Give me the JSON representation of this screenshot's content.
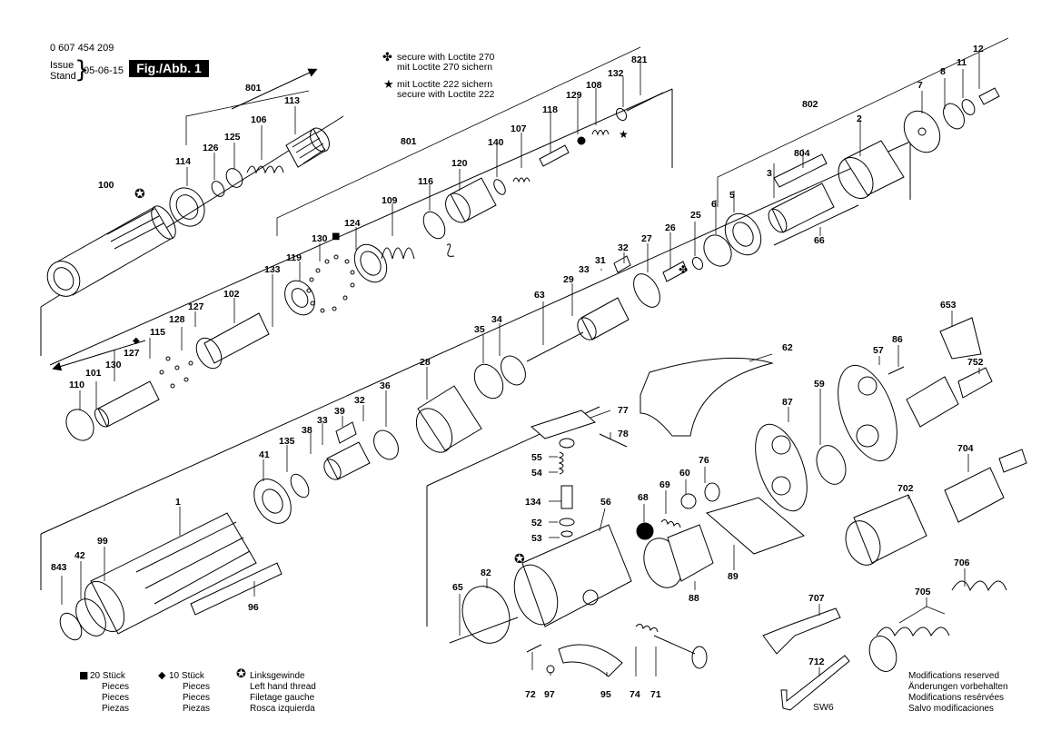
{
  "header": {
    "doc_number": "0 607 454 209",
    "issue_label": "Issue",
    "stand_label": "Stand",
    "date": "05-06-15",
    "figure_label": "Fig./Abb. 1"
  },
  "notes": {
    "loctite270_symbol": "✤",
    "loctite270_en": "secure with Loctite 270",
    "loctite270_de": "mit Loctite 270 sichern",
    "loctite222_symbol": "★",
    "loctite222_de": "mit Loctite 222 sichern",
    "loctite222_en": "secure with Loctite 222"
  },
  "parts": {
    "p100": "100",
    "p114": "114",
    "p126": "126",
    "p125": "125",
    "p106": "106",
    "p113": "113",
    "p801a": "801",
    "p801b": "801",
    "p140": "140",
    "p107": "107",
    "p118": "118",
    "p129": "129",
    "p108": "108",
    "p132": "132",
    "p821": "821",
    "p120": "120",
    "p116": "116",
    "p109": "109",
    "p124": "124",
    "p130a": "130",
    "p119": "119",
    "p133": "133",
    "p102": "102",
    "p127a": "127",
    "p128": "128",
    "p115": "115",
    "p127b": "127",
    "p130b": "130",
    "p101": "101",
    "p110": "110",
    "p802": "802",
    "p2": "2",
    "p7": "7",
    "p8": "8",
    "p11": "11",
    "p12": "12",
    "p804": "804",
    "p3": "3",
    "p5": "5",
    "p6": "6",
    "p66": "66",
    "p25": "25",
    "p26": "26",
    "p27": "27",
    "p32a": "32",
    "p31": "31",
    "p33a": "33",
    "p29": "29",
    "p63": "63",
    "p35": "35",
    "p34": "34",
    "p28": "28",
    "p36": "36",
    "p32b": "32",
    "p39": "39",
    "p33b": "33",
    "p38": "38",
    "p135": "135",
    "p41": "41",
    "p1": "1",
    "p99": "99",
    "p42": "42",
    "p843": "843",
    "p96": "96",
    "p62": "62",
    "p77": "77",
    "p78": "78",
    "p55": "55",
    "p54": "54",
    "p134": "134",
    "p52": "52",
    "p53": "53",
    "p56": "56",
    "p68": "68",
    "p69": "69",
    "p60": "60",
    "p76": "76",
    "p82": "82",
    "p65": "65",
    "p88": "88",
    "p89": "89",
    "p87": "87",
    "p59": "59",
    "p57": "57",
    "p86": "86",
    "p752": "752",
    "p653": "653",
    "p704": "704",
    "p702": "702",
    "p706": "706",
    "p705": "705",
    "p707": "707",
    "p712": "712",
    "p72": "72",
    "p97": "97",
    "p95": "95",
    "p74": "74",
    "p71": "71",
    "sw6": "SW6"
  },
  "legend": {
    "square_symbol": "■",
    "square_qty": "20 Stück",
    "square_en": "Pieces",
    "square_fr": "Pieces",
    "square_es": "Piezas",
    "diamond_symbol": "◆",
    "diamond_qty": "10 Stück",
    "diamond_en": "Pieces",
    "diamond_fr": "Pieces",
    "diamond_es": "Piezas",
    "lh_symbol": "✪",
    "lh_de": "Linksgewinde",
    "lh_en": "Left hand thread",
    "lh_fr": "Filetage gauche",
    "lh_es": "Rosca izquierda"
  },
  "mods": {
    "en": "Modifications reserved",
    "de": "Änderungen vorbehalten",
    "fr": "Modifications resérvées",
    "es": "Salvo modificaciones"
  }
}
